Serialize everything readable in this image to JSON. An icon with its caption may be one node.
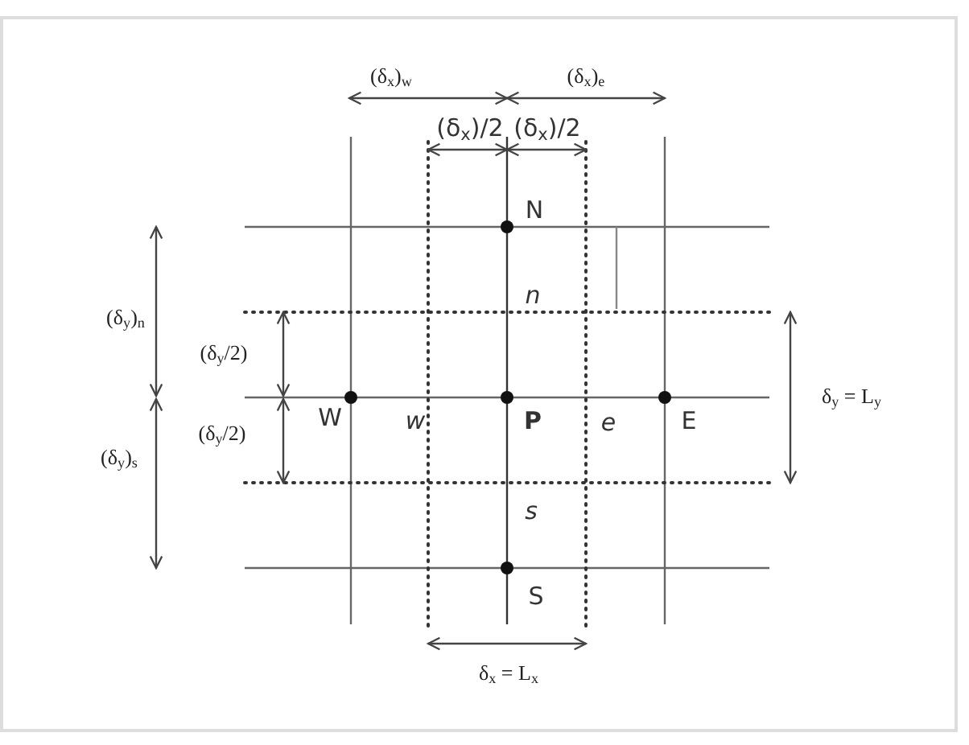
{
  "diagram": {
    "labels": [
      "(δ$_{x}$)$_{w}$",
      "(δ$_{x}$)$_{e}$",
      "(δ$_{x}$)/2",
      "(δ$_{x}$)/2",
      "N",
      "n",
      "(δ$_{y}$)$_{n}$",
      "(δ$_{y}$/2)",
      "W",
      "w",
      "P",
      "e",
      "E",
      "δ$_{y}$ = L$_{y}$",
      "(δ$_{y}$/2)",
      "(δ$_{y}$)$_{s}$",
      "s",
      "S",
      "δ$_{x}$ = L$_{x}$"
    ]
  }
}
